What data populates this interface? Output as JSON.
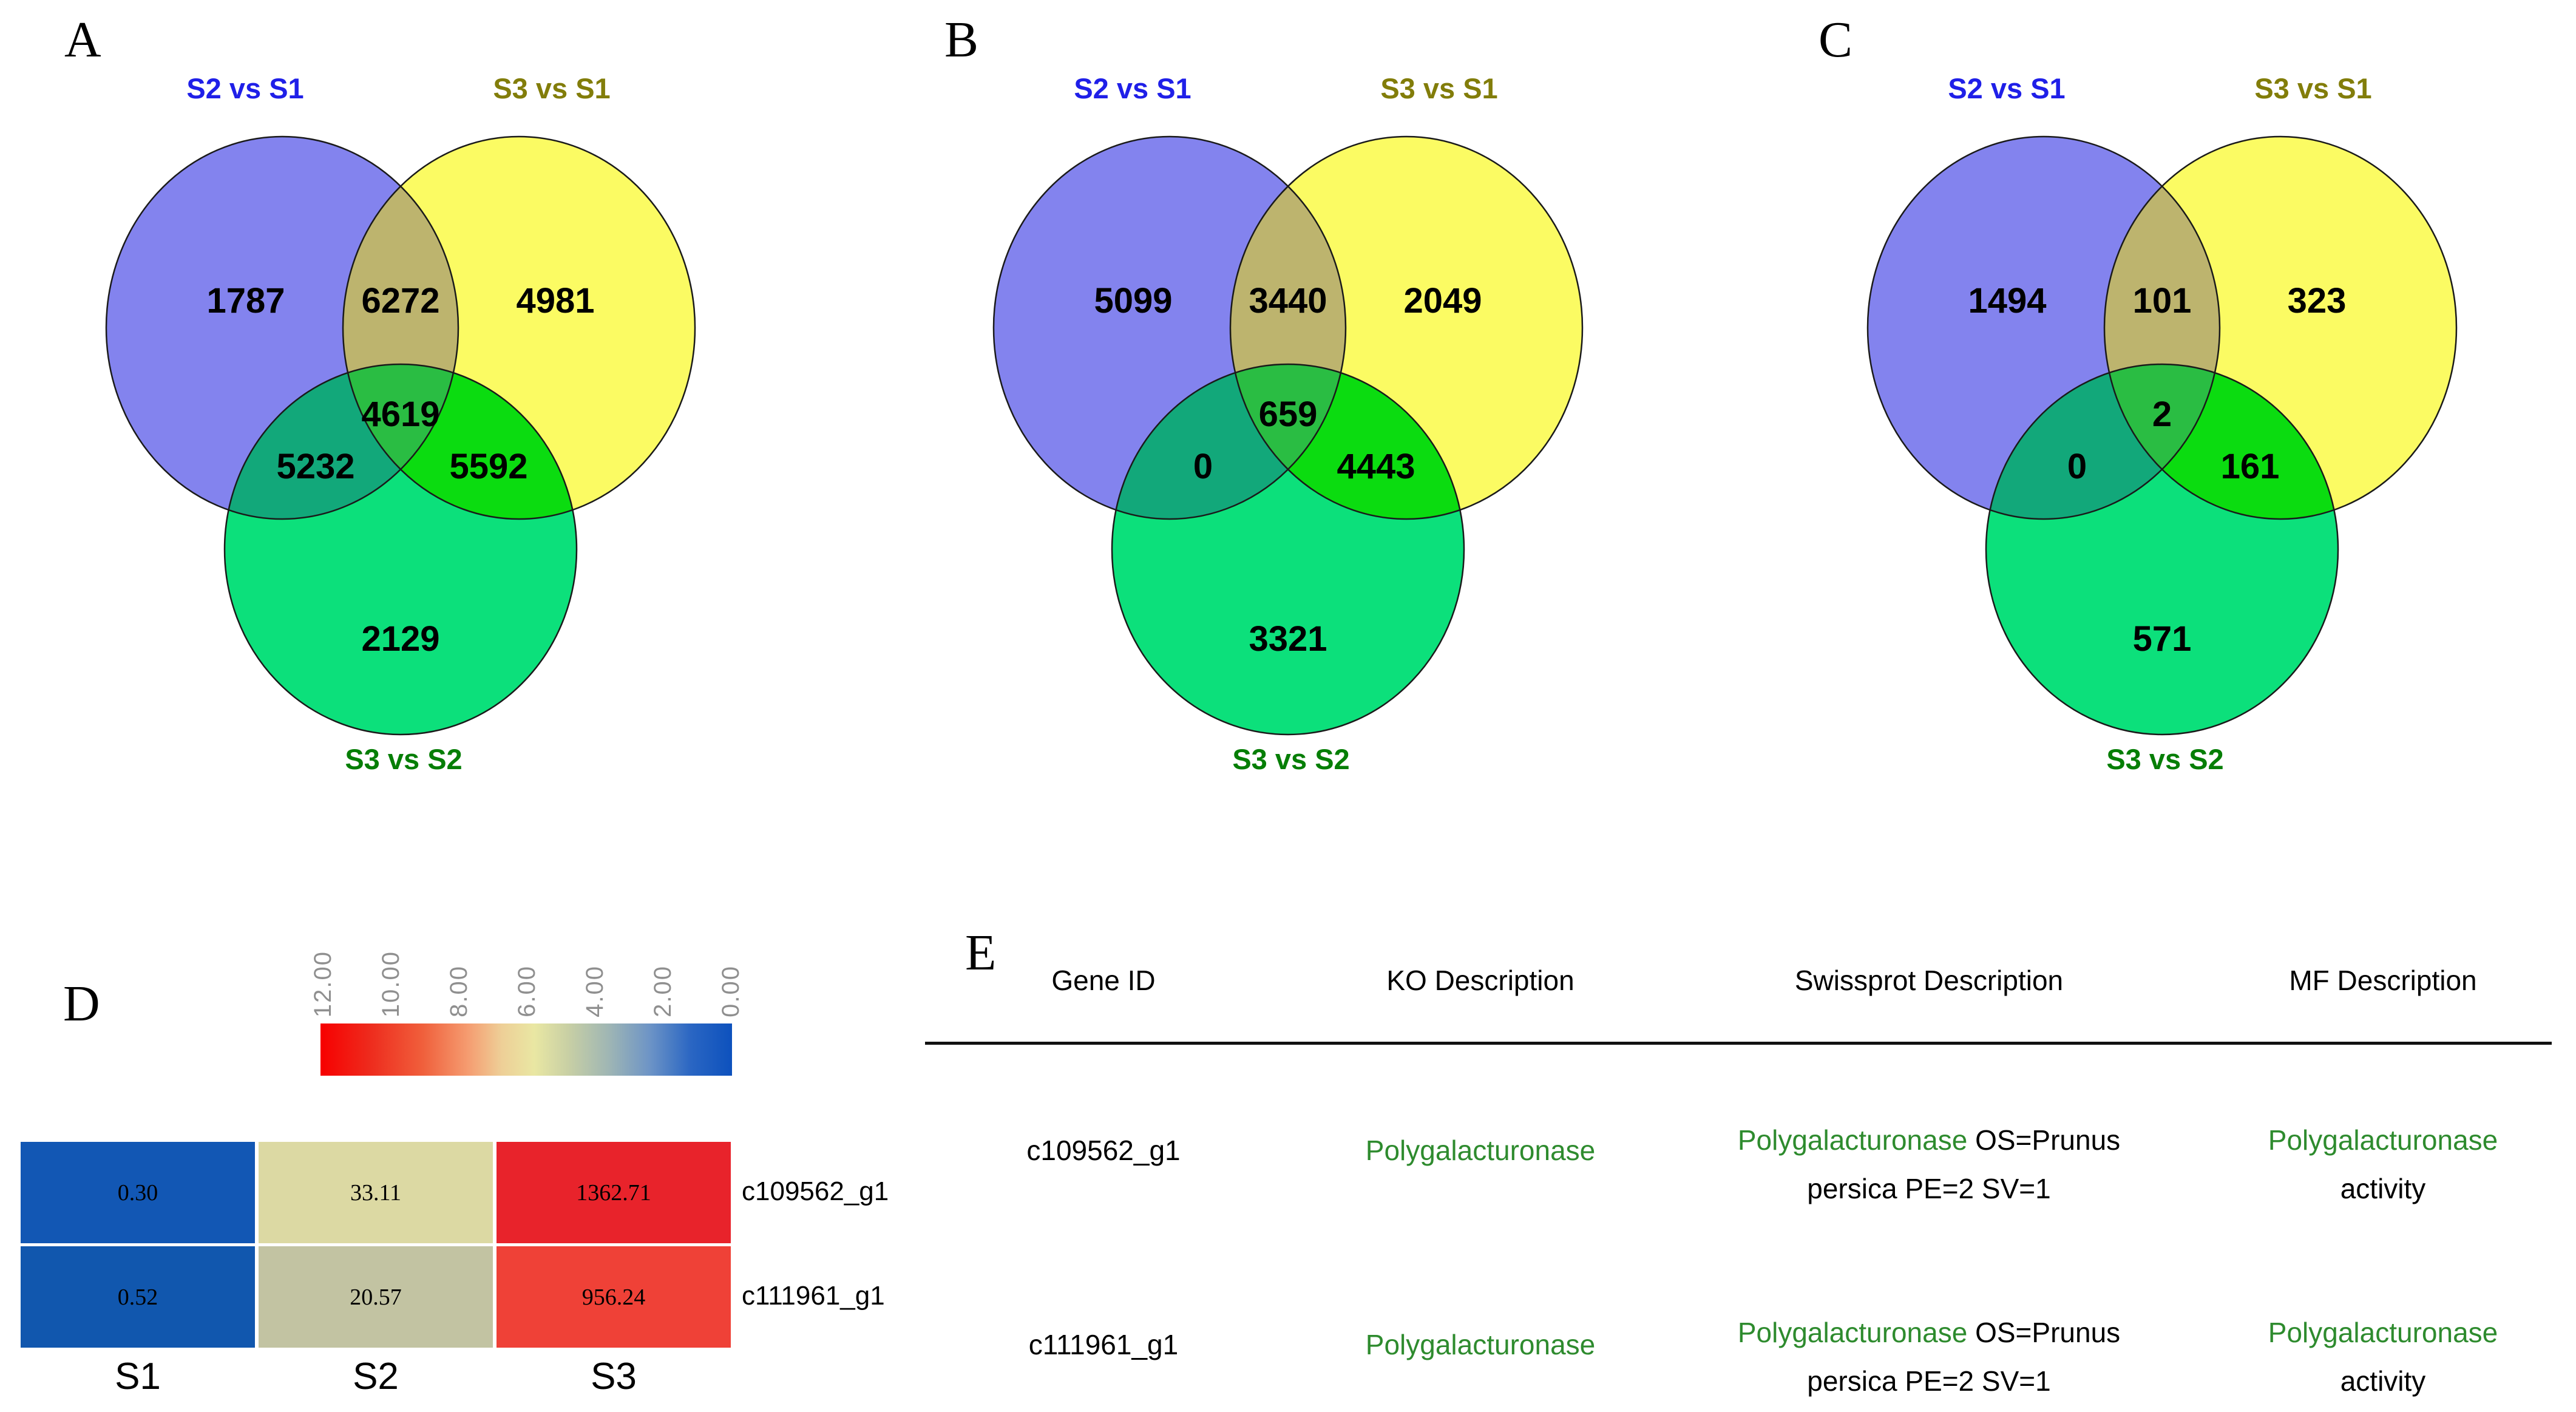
{
  "panel_letters": {
    "a": "A",
    "b": "B",
    "c": "C",
    "d": "D",
    "e": "E"
  },
  "colors": {
    "venn_region_fills": {
      "blue_only": "#8383ee",
      "yellow_only": "#fbfb63",
      "blue_yellow": "#bdb46e",
      "green_only": "#0ce07b",
      "blue_green": "#12a87a",
      "yellow_green": "#0bdc10",
      "center": "#2abd43"
    },
    "set_label_blue": "#1f1fe8",
    "set_label_olive": "#827d0a",
    "set_label_green": "#067e06",
    "table_highlight_green": "#2e8b2e",
    "colorbar_tick_gray": "#8f8f8f"
  },
  "chart_data": [
    {
      "panel": "A",
      "type": "venn",
      "sets": [
        {
          "label": "S2 vs S1",
          "color": "#1f1fe8"
        },
        {
          "label": "S3 vs S1",
          "color": "#827d0a"
        },
        {
          "label": "S3 vs S2",
          "color": "#067e06"
        }
      ],
      "regions": {
        "only_s2_vs_s1": 1787,
        "s2s1_and_s3s1": 6272,
        "only_s3_vs_s1": 4981,
        "all_three": 4619,
        "s2s1_and_s3s2": 5232,
        "s3s1_and_s3s2": 5592,
        "only_s3_vs_s2": 2129
      }
    },
    {
      "panel": "B",
      "type": "venn",
      "sets": [
        {
          "label": "S2 vs S1",
          "color": "#1f1fe8"
        },
        {
          "label": "S3 vs S1",
          "color": "#827d0a"
        },
        {
          "label": "S3 vs S2",
          "color": "#067e06"
        }
      ],
      "regions": {
        "only_s2_vs_s1": 5099,
        "s2s1_and_s3s1": 3440,
        "only_s3_vs_s1": 2049,
        "all_three": 659,
        "s2s1_and_s3s2": 0,
        "s3s1_and_s3s2": 4443,
        "only_s3_vs_s2": 3321
      }
    },
    {
      "panel": "C",
      "type": "venn",
      "sets": [
        {
          "label": "S2 vs S1",
          "color": "#1f1fe8"
        },
        {
          "label": "S3 vs S1",
          "color": "#827d0a"
        },
        {
          "label": "S3 vs S2",
          "color": "#067e06"
        }
      ],
      "regions": {
        "only_s2_vs_s1": 1494,
        "s2s1_and_s3s1": 101,
        "only_s3_vs_s1": 323,
        "all_three": 2,
        "s2s1_and_s3s2": 0,
        "s3s1_and_s3s2": 161,
        "only_s3_vs_s2": 571
      }
    },
    {
      "panel": "D",
      "type": "heatmap",
      "columns": [
        "S1",
        "S2",
        "S3"
      ],
      "rows": [
        {
          "label": "c109562_g1",
          "values": [
            "0.30",
            "33.11",
            "1362.71"
          ]
        },
        {
          "label": "c111961_g1",
          "values": [
            "0.52",
            "20.57",
            "956.24"
          ]
        }
      ],
      "cell_colors": [
        [
          "#1257b4",
          "#dcd9a3",
          "#e8232b"
        ],
        [
          "#1157ae",
          "#c2c3a2",
          "#ef4137"
        ]
      ],
      "colorbar": {
        "ticks": [
          "12.00",
          "10.00",
          "8.00",
          "6.00",
          "4.00",
          "2.00",
          "0.00"
        ],
        "gradient_left": "#f70000",
        "gradient_right": "#0d51bd"
      }
    },
    {
      "panel": "E",
      "type": "table",
      "headers": [
        "Gene ID",
        "KO Description",
        "Swissprot Description",
        "MF Description"
      ],
      "rows": [
        {
          "gene_id": "c109562_g1",
          "ko_description": "Polygalacturonase",
          "swissprot_green": "Polygalacturonase",
          "swissprot_black": " OS=Prunus",
          "swissprot_line2": "persica PE=2 SV=1",
          "mf_line1": "Polygalacturonase",
          "mf_line2": "activity"
        },
        {
          "gene_id": "c111961_g1",
          "ko_description": "Polygalacturonase",
          "swissprot_green": "Polygalacturonase",
          "swissprot_black": " OS=Prunus",
          "swissprot_line2": "persica PE=2 SV=1",
          "mf_line1": "Polygalacturonase",
          "mf_line2": "activity"
        }
      ]
    }
  ]
}
